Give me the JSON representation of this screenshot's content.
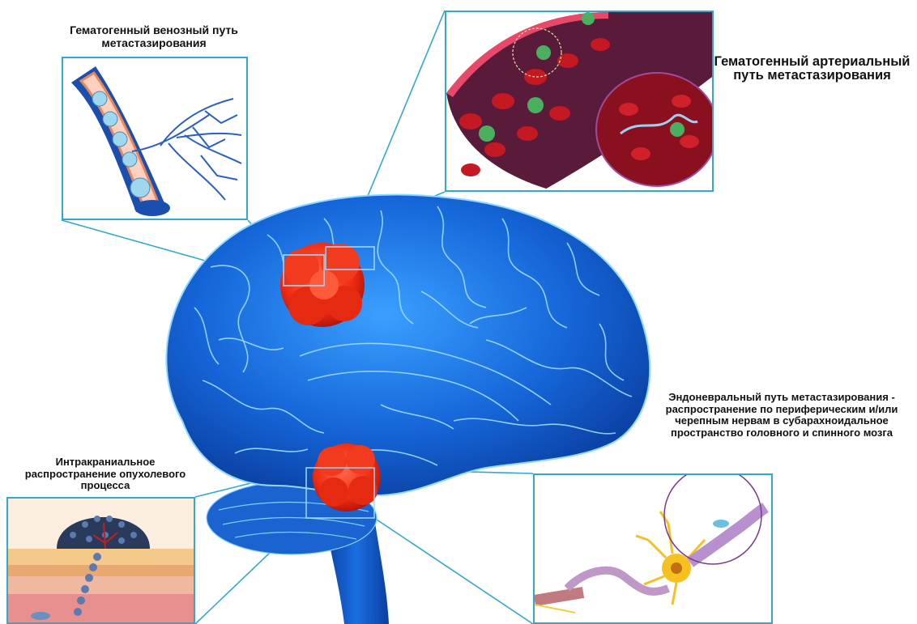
{
  "labels": {
    "venous": "Гематогенный венозный  путь метастазирования",
    "arterial": "Гематогенный артериальный  путь метастазирования",
    "intracranial": "Интракраниальное распространение опухолевого процесса",
    "endoneural": "Эндоневральный путь метастазирования - распространение по периферическим и/или черепным нервам в субарахноидальное пространство головного и спинного мозга"
  },
  "colors": {
    "brain": "#1565d8",
    "brain_highlight": "#7fd0ff",
    "tumor": "#ee2a12",
    "frame": "#33a9c9",
    "vessel_wall": "#c0203a",
    "blood_cell": "#c41822"
  },
  "icons": [
    "brain-illustration",
    "tumor-upper",
    "tumor-lower",
    "vein-illustration",
    "artery-illustration",
    "intracranial-illustration",
    "neuron-illustration"
  ]
}
